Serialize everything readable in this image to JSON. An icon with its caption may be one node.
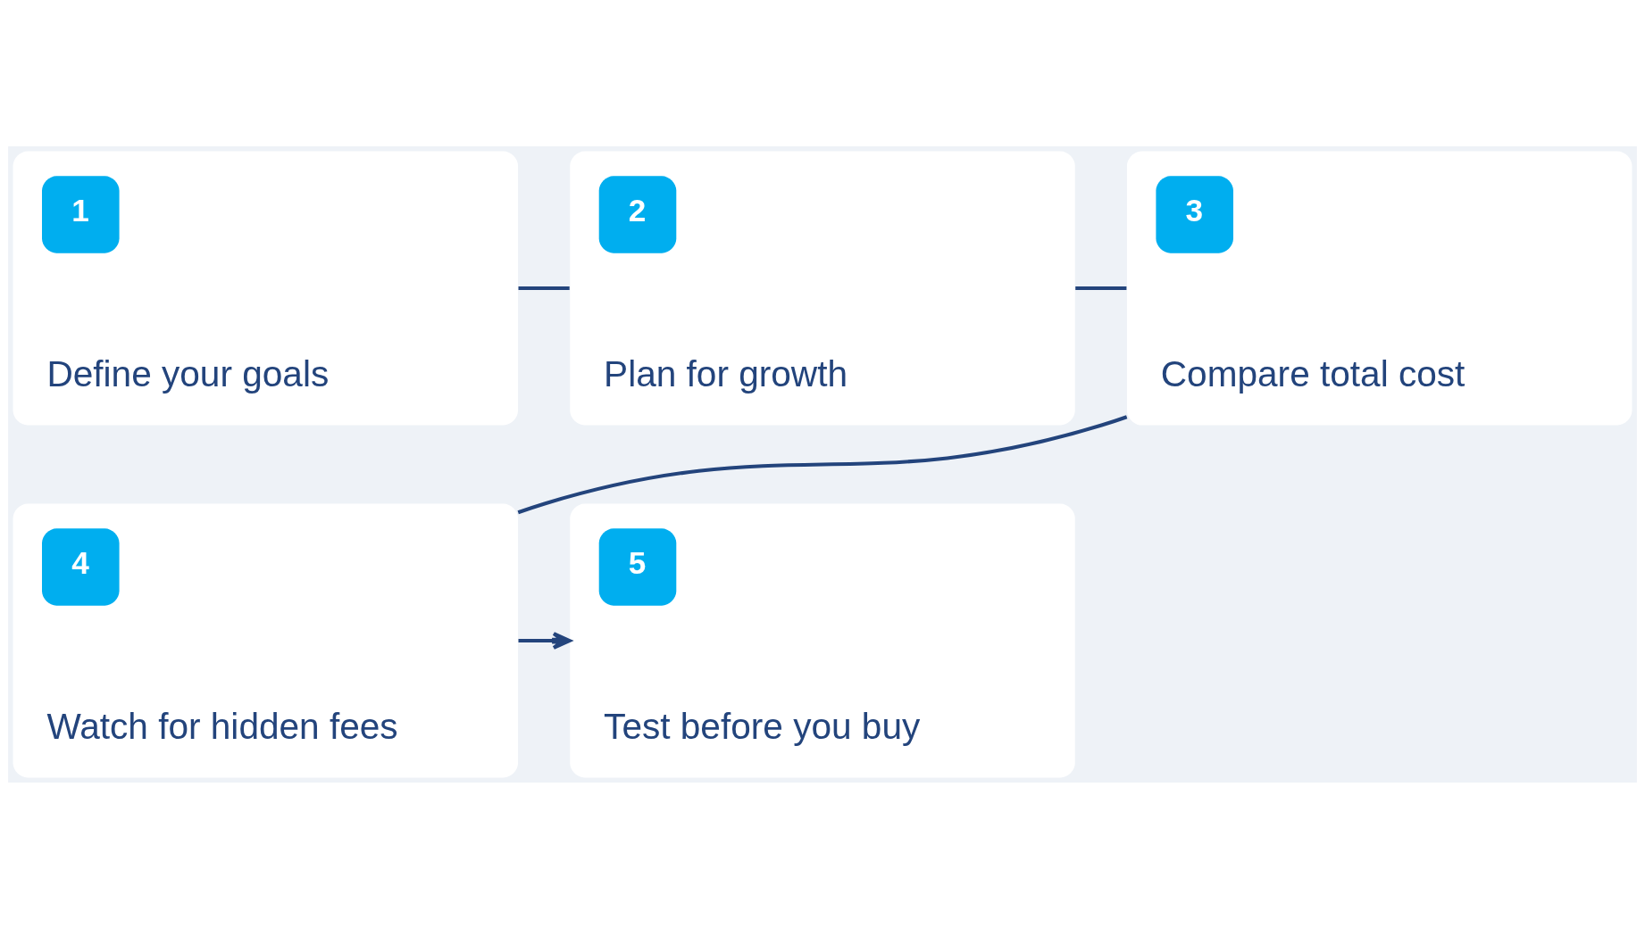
{
  "diagram": {
    "nodes": [
      {
        "text": [
          "1",
          "Define your goals"
        ]
      },
      {
        "text": [
          "2",
          "Plan for growth"
        ]
      },
      {
        "text": [
          "3",
          "Compare total cost"
        ]
      },
      {
        "text": [
          "4",
          "Watch for hidden fees"
        ]
      },
      {
        "text": [
          "5",
          "Test before you buy"
        ]
      }
    ],
    "edges": [
      {
        "from": 0,
        "to": 1,
        "arrow": "none"
      },
      {
        "from": 1,
        "to": 2,
        "arrow": "none"
      },
      {
        "from": 2,
        "to": 3,
        "arrow": "none"
      },
      {
        "from": 3,
        "to": 4,
        "arrow": "to"
      }
    ]
  }
}
